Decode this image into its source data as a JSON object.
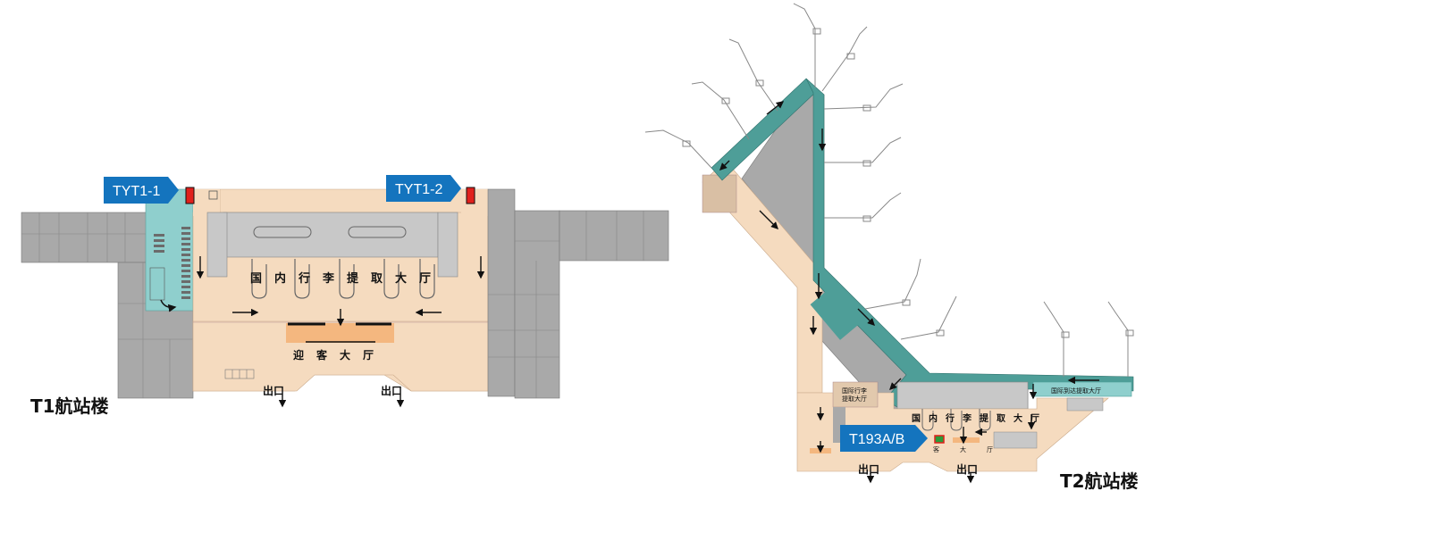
{
  "colors": {
    "gray": "#a9a9a9",
    "gray_light": "#c8c8c8",
    "beige": "#f5dbbf",
    "teal": "#4e9e98",
    "teal_light": "#8fcfcd",
    "blue_tag": "#1474be",
    "orange": "#f4b77f",
    "red_marker": "#e0201c"
  },
  "t1": {
    "building_label": "T1航站楼",
    "baggage_hall": "国内行李提取大厅",
    "arrival_hall": "迎客大厅",
    "exits": [
      "出口",
      "出口"
    ],
    "tags": [
      "TYT1-1",
      "TYT1-2"
    ]
  },
  "t2": {
    "building_label": "T2航站楼",
    "baggage_hall": "国内行李提取大厅",
    "intl_baggage": [
      "国际行李",
      "提取大厅"
    ],
    "hall_small": [
      "客",
      "大",
      "厅"
    ],
    "right_wing_label": "国际到达提取大厅",
    "exits": [
      "出口",
      "出口"
    ],
    "tag": "T193A/B"
  }
}
